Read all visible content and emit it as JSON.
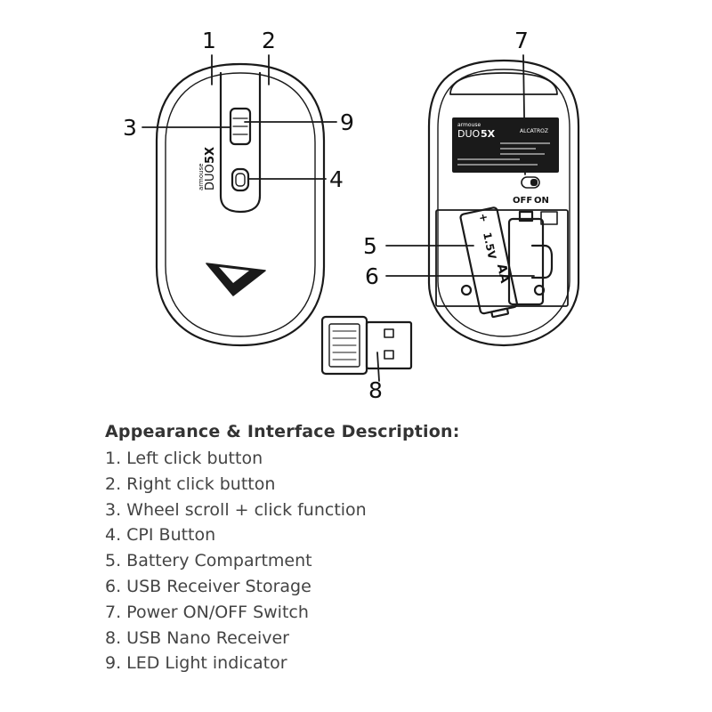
{
  "callouts": [
    "1",
    "2",
    "3",
    "4",
    "5",
    "6",
    "7",
    "8",
    "9"
  ],
  "top_view": {
    "brand_small": "armouse",
    "brand_model": "DUO",
    "brand_suffix": "5X"
  },
  "bottom_view": {
    "label_brand_small": "armouse",
    "label_model": "DUO",
    "label_suffix": "5X",
    "label_maker": "ALCATROZ",
    "switch_off": "OFF",
    "switch_on": "ON",
    "battery_voltage": "1.5V",
    "battery_type": "AA",
    "battery_plus": "+"
  },
  "description": {
    "heading": "Appearance & Interface Description:",
    "items": [
      "1. Left click button",
      "2. Right click button",
      "3. Wheel scroll + click function",
      "4. CPI Button",
      "5. Battery Compartment",
      "6. USB Receiver Storage",
      "7. Power ON/OFF Switch",
      "8. USB Nano Receiver",
      "9. LED Light indicator"
    ]
  },
  "colors": {
    "line": "#1a1a1a",
    "label_bg": "#1a1a1a",
    "text": "#444444"
  }
}
